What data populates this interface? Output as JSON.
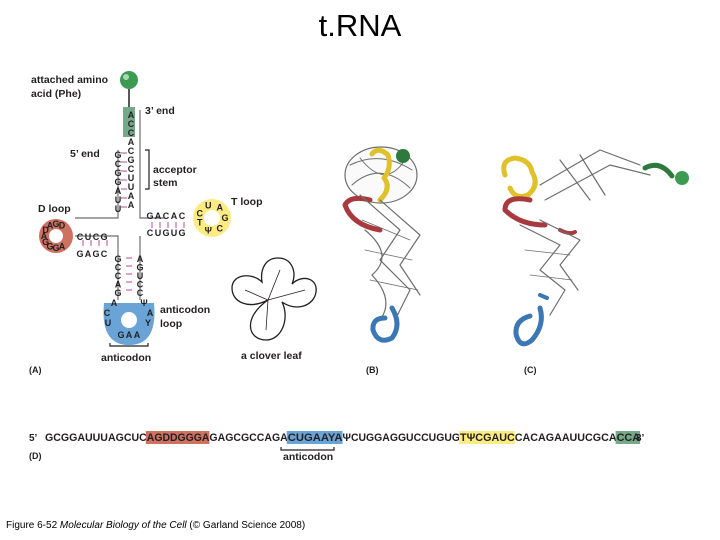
{
  "title": "t.RNA",
  "panel_a": {
    "label": "(A)",
    "attached_amino_line1": "attached amino",
    "attached_amino_line2": "acid (Phe)",
    "three_end": "3’ end",
    "five_end": "5’ end",
    "acceptor_line1": "acceptor",
    "acceptor_line2": "stem",
    "d_loop": "D loop",
    "t_loop": "T loop",
    "anticodon_loop_line1": "anticodon",
    "anticodon_loop_line2": "loop",
    "anticodon": "anticodon",
    "clover_leaf": "a clover leaf",
    "acceptor_3_strand": [
      "A",
      "C",
      "C",
      "A",
      "C",
      "G",
      "C",
      "U",
      "U",
      "A",
      "A"
    ],
    "acceptor_5_strand": [
      "G",
      "C",
      "G",
      "G",
      "A",
      "U",
      "U"
    ],
    "d_stem_top": [
      "C",
      "U",
      "C",
      "G"
    ],
    "d_stem_bottom": [
      "G",
      "A",
      "G",
      "C"
    ],
    "d_loop_bases": [
      "D",
      "G",
      "A",
      "D",
      "A",
      "G",
      "G",
      "G",
      "A"
    ],
    "t_stem_top": [
      "G",
      "A",
      "C",
      "A",
      "C"
    ],
    "t_stem_bottom": [
      "C",
      "U",
      "G",
      "U",
      "G"
    ],
    "t_loop_bases": [
      "C",
      "U",
      "A",
      "G",
      "C",
      "Ψ",
      "T"
    ],
    "anticodon_stem_left": [
      "G",
      "C",
      "C",
      "A",
      "G"
    ],
    "anticodon_stem_right": [
      "A",
      "G",
      "U",
      "C",
      "C"
    ],
    "anticodon_loop_bases": [
      "A",
      "C",
      "U",
      "G",
      "A",
      "A",
      "Y",
      "A",
      "Ψ"
    ]
  },
  "panel_b": {
    "label": "(B)"
  },
  "panel_c": {
    "label": "(C)"
  },
  "panel_d": {
    "label": "(D)",
    "five": "5’",
    "three": "3’",
    "segments": [
      {
        "text": "GCGGAUUUAGCUC",
        "highlight": "none"
      },
      {
        "text": "AGDDGGGA",
        "highlight": "red"
      },
      {
        "text": "GAGCGCCAGA",
        "highlight": "none"
      },
      {
        "text": "CUGAAYA",
        "highlight": "blue"
      },
      {
        "text": "ΨCUGGAGGUCCUGUG",
        "highlight": "none"
      },
      {
        "text": "TΨCGAUC",
        "highlight": "yellow"
      },
      {
        "text": "CACAGAAUUCGCA",
        "highlight": "none"
      },
      {
        "text": "CCA",
        "highlight": "green"
      }
    ],
    "anticodon": "anticodon"
  },
  "caption": {
    "prefix": "Figure 6-52 ",
    "book": "Molecular Biology of the Cell",
    "suffix": " (© Garland Science 2008)"
  },
  "colors": {
    "red": "#cd7160",
    "blue": "#6aa4d6",
    "yellow": "#fbeb83",
    "green": "#76a98a",
    "sphere": "#3d9a52",
    "ribbon_red": "#a83a3e",
    "ribbon_blue": "#3b77b4",
    "ribbon_yellow": "#e0c12a",
    "ribbon_green": "#2e7a3e",
    "backbone": "#6d6e71"
  }
}
